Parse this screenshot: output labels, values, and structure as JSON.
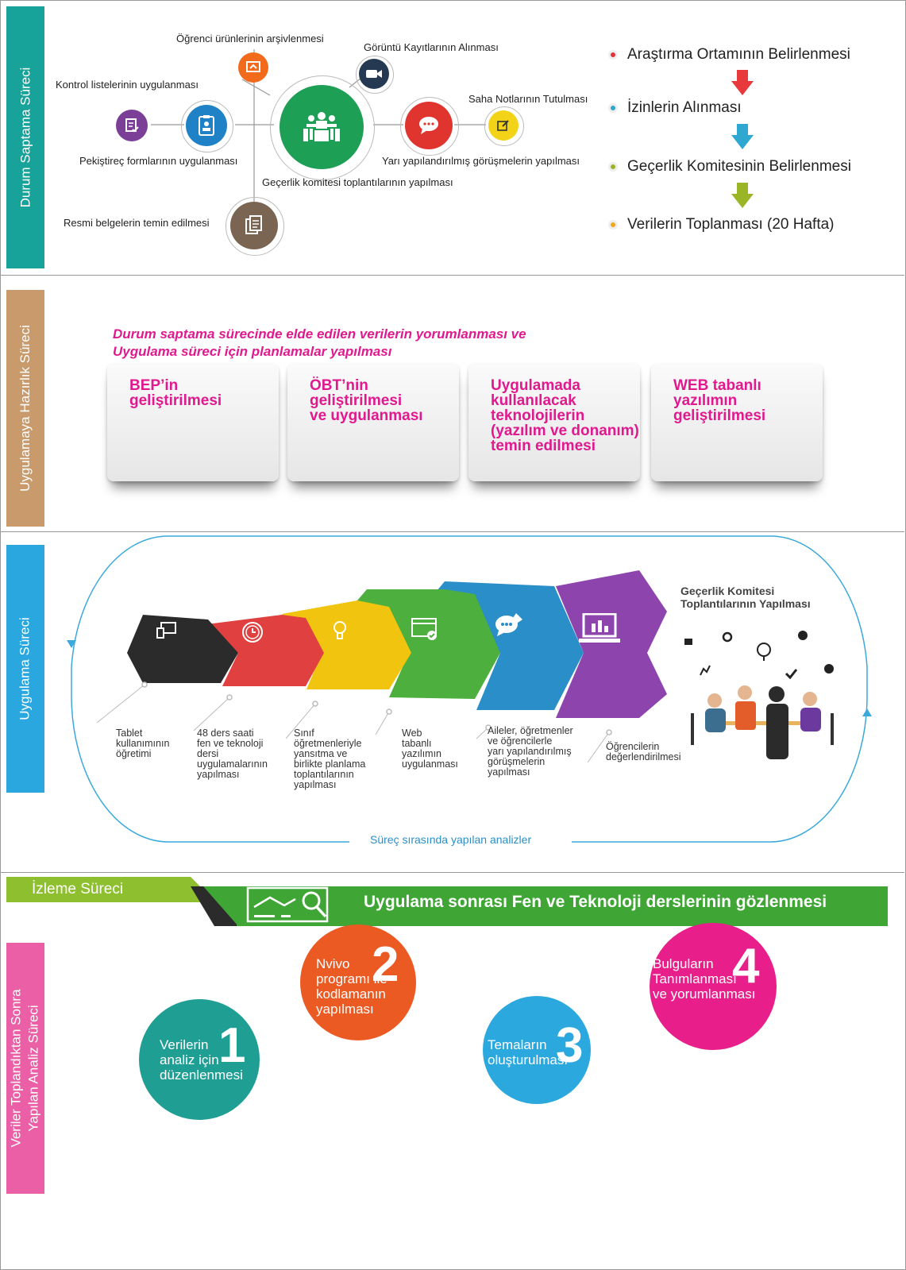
{
  "sections": {
    "durum": "Durum Saptama Süreci",
    "hazirlik": "Uygulamaya Hazırlık Süreci",
    "uygulama": "Uygulama  Süreci",
    "izleme": "İzleme Süreci",
    "analiz_line1": "Veriler Toplandıktan Sonra",
    "analiz_line2": "Yapılan Analiz Süreci"
  },
  "durum_labels": {
    "ogrenci_urunleri": "Öğrenci ürünlerinin arşivlenmesi",
    "goruntu": "Görüntü Kayıtlarının Alınması",
    "kontrol": "Kontrol listelerinin uygulanması",
    "saha": "Saha Notlarının Tutulması",
    "pekistirec": "Pekiştireç formlarının uygulanması",
    "yari": "Yarı yapılandırılmış görüşmelerin yapılması",
    "gecerlik": "Geçerlik komitesi toplantılarının yapılması",
    "resmi": "Resmi belgelerin temin edilmesi"
  },
  "durum_steps": [
    {
      "label": "Araştırma Ortamının Belirlenmesi",
      "dot_color": "#e0343a"
    },
    {
      "label": "İzinlerin Alınması",
      "dot_color": "#2ea8c9"
    },
    {
      "label": "Geçerlik Komitesinin Belirlenmesi",
      "dot_color": "#9ab526"
    },
    {
      "label": "Verilerin Toplanması (20 Hafta)",
      "dot_color": "#f0a91a"
    }
  ],
  "hazirlik": {
    "heading_line1": "Durum saptama sürecinde elde edilen verilerin yorumlanması ve",
    "heading_line2": "Uygulama süreci için planlamalar yapılması",
    "cards": [
      "BEP’in\ngeliştirilmesi",
      "ÖBT’nin\ngeliştirilmesi\nve uygulanması",
      "Uygulamada\nkullanılacak\nteknolojilerin\n(yazılım ve donanım)\ntemin edilmesi",
      "WEB tabanlı\nyazılımın\ngeliştirilmesi"
    ]
  },
  "uygulama": {
    "steps": [
      {
        "label": "Tablet\nkullanımının\nöğretimi",
        "color": "#2b2b2b",
        "icon": "tablet-icon"
      },
      {
        "label": "48 ders saati\nfen ve teknoloji\ndersi\nuygulamalarının\nyapılması",
        "color": "#e0403f",
        "icon": "clock-icon"
      },
      {
        "label": "Sınıf\nöğretmenleriyle\nyansıtma ve\nbirlikte planlama\ntoplantılarının\nyapılması",
        "color": "#f1c40f",
        "icon": "lightbulb-icon"
      },
      {
        "label": "Web\ntabanlı\nyazılımın\nuygulanması",
        "color": "#4caf3e",
        "icon": "web-icon"
      },
      {
        "label": "Aileler, öğretmenler\nve öğrencilerle\nyarı yapılandırılmış\ngörüşmelerin\nyapılması",
        "color": "#2a8fc8",
        "icon": "chat-icon"
      },
      {
        "label": "Öğrencilerin\ndeğerlendirilmesi",
        "color": "#8e44ad",
        "icon": "chart-laptop-icon"
      }
    ],
    "komite_line1": "Geçerlik Komitesi",
    "komite_line2": "Toplantılarının Yapılması",
    "analizler": "Süreç sırasında yapılan analizler"
  },
  "izleme": {
    "tab": "İzleme Süreci",
    "banner": "Uygulama sonrası Fen ve Teknoloji derslerinin gözlenmesi"
  },
  "analiz": [
    {
      "num": "1",
      "label": "Verilerin\nanaliz için\ndüzenlenmesi",
      "color": "#1f9e93"
    },
    {
      "num": "2",
      "label": "Nvivo\nprogramı ile\nkodlamanın\nyapılması",
      "color": "#ec5a24"
    },
    {
      "num": "3",
      "label": "Temaların\noluşturulması",
      "color": "#2ba9df"
    },
    {
      "num": "4",
      "label": "Bulguların\nTanımlanması\nve yorumlanması",
      "color": "#e81f8a"
    }
  ]
}
